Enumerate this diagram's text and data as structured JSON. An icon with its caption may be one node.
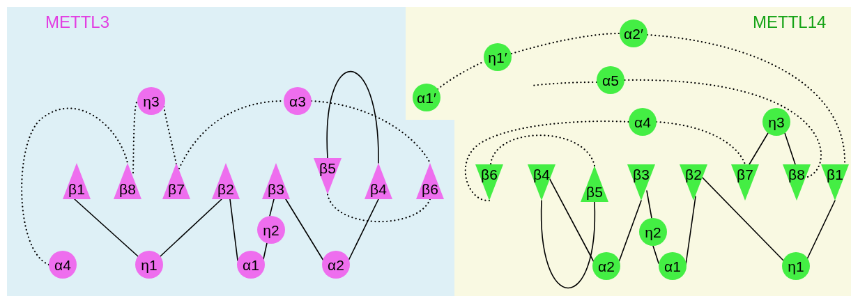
{
  "diagram": {
    "nodes": [
      {
        "text": [
          "METTL3"
        ]
      },
      {
        "text": [
          "METTL14"
        ]
      },
      {
        "text": [
          "η3"
        ],
        "in": 0
      },
      {
        "text": [
          "α3"
        ],
        "in": 0
      },
      {
        "text": [
          "β1"
        ],
        "in": 0
      },
      {
        "text": [
          "β8"
        ],
        "in": 0
      },
      {
        "text": [
          "β7"
        ],
        "in": 0
      },
      {
        "text": [
          "β2"
        ],
        "in": 0
      },
      {
        "text": [
          "β3"
        ],
        "in": 0
      },
      {
        "text": [
          "β5"
        ],
        "in": 0
      },
      {
        "text": [
          "β4"
        ],
        "in": 0
      },
      {
        "text": [
          "β6"
        ],
        "in": 0
      },
      {
        "text": [
          "η2"
        ],
        "in": 0
      },
      {
        "text": [
          "α4"
        ],
        "in": 0
      },
      {
        "text": [
          "η1"
        ],
        "in": 0
      },
      {
        "text": [
          "α1"
        ],
        "in": 0
      },
      {
        "text": [
          "α2"
        ],
        "in": 0
      },
      {
        "text": [
          "α2′"
        ],
        "in": 1
      },
      {
        "text": [
          "η1′"
        ],
        "in": 1
      },
      {
        "text": [
          "α5"
        ],
        "in": 1
      },
      {
        "text": [
          "α1′"
        ]
      },
      {
        "text": [
          "α4"
        ],
        "in": 1
      },
      {
        "text": [
          "η3"
        ],
        "in": 1
      },
      {
        "text": [
          "β6"
        ],
        "in": 1
      },
      {
        "text": [
          "β4"
        ],
        "in": 1
      },
      {
        "text": [
          "β5"
        ],
        "in": 1
      },
      {
        "text": [
          "β3"
        ],
        "in": 1
      },
      {
        "text": [
          "β2"
        ],
        "in": 1
      },
      {
        "text": [
          "β7"
        ],
        "in": 1
      },
      {
        "text": [
          "β8"
        ],
        "in": 1
      },
      {
        "text": [
          "β1"
        ],
        "in": 1
      },
      {
        "text": [
          "η2"
        ],
        "in": 1
      },
      {
        "text": [
          "α2"
        ],
        "in": 1
      },
      {
        "text": [
          "α1"
        ],
        "in": 1
      },
      {
        "text": [
          "η1"
        ],
        "in": 1
      }
    ],
    "edges": [
      {
        "from": 13,
        "to": 5,
        "arrow": "none",
        "style": "dashed"
      },
      {
        "from": 5,
        "to": 2,
        "arrow": "none",
        "style": "dashed"
      },
      {
        "from": 2,
        "to": 6,
        "arrow": "none",
        "style": "dashed"
      },
      {
        "from": 6,
        "to": 3,
        "arrow": "none",
        "style": "dashed"
      },
      {
        "from": 3,
        "to": 11,
        "arrow": "none",
        "style": "dashed"
      },
      {
        "from": 11,
        "to": 9,
        "arrow": "none",
        "style": "dashed"
      },
      {
        "from": 9,
        "to": 10,
        "arrow": "none"
      },
      {
        "from": 10,
        "to": 16,
        "arrow": "none"
      },
      {
        "from": 16,
        "to": 8,
        "arrow": "none"
      },
      {
        "from": 8,
        "to": 12,
        "arrow": "none"
      },
      {
        "from": 12,
        "to": 15,
        "arrow": "none"
      },
      {
        "from": 15,
        "to": 7,
        "arrow": "none"
      },
      {
        "from": 7,
        "to": 14,
        "arrow": "none"
      },
      {
        "from": 14,
        "to": 4,
        "arrow": "none"
      },
      {
        "from": 20,
        "to": 18,
        "arrow": "none",
        "style": "dashed"
      },
      {
        "from": 18,
        "to": 17,
        "arrow": "none",
        "style": "dashed"
      },
      {
        "from": 17,
        "to": 30,
        "arrow": "none",
        "style": "dashed"
      },
      {
        "from": 30,
        "to": 34,
        "arrow": "none"
      },
      {
        "from": 34,
        "to": 27,
        "arrow": "none"
      },
      {
        "from": 27,
        "to": 33,
        "arrow": "none"
      },
      {
        "from": 33,
        "to": 31,
        "arrow": "none"
      },
      {
        "from": 31,
        "to": 26,
        "arrow": "none"
      },
      {
        "from": 26,
        "to": 32,
        "arrow": "none"
      },
      {
        "from": 32,
        "to": 24,
        "arrow": "none"
      },
      {
        "from": 24,
        "to": 25,
        "arrow": "none"
      },
      {
        "from": 25,
        "to": 23,
        "arrow": "none",
        "style": "dashed"
      },
      {
        "from": 23,
        "to": 21,
        "arrow": "none",
        "style": "dashed"
      },
      {
        "from": 21,
        "to": 28,
        "arrow": "none",
        "style": "dashed"
      },
      {
        "from": 28,
        "to": 22,
        "arrow": "none"
      },
      {
        "from": 22,
        "to": 29,
        "arrow": "none"
      },
      {
        "from": 29,
        "to": 19,
        "arrow": "none",
        "style": "dashed"
      },
      {
        "from": 19,
        "to": null,
        "arrow": "none",
        "style": "dashed"
      }
    ]
  }
}
